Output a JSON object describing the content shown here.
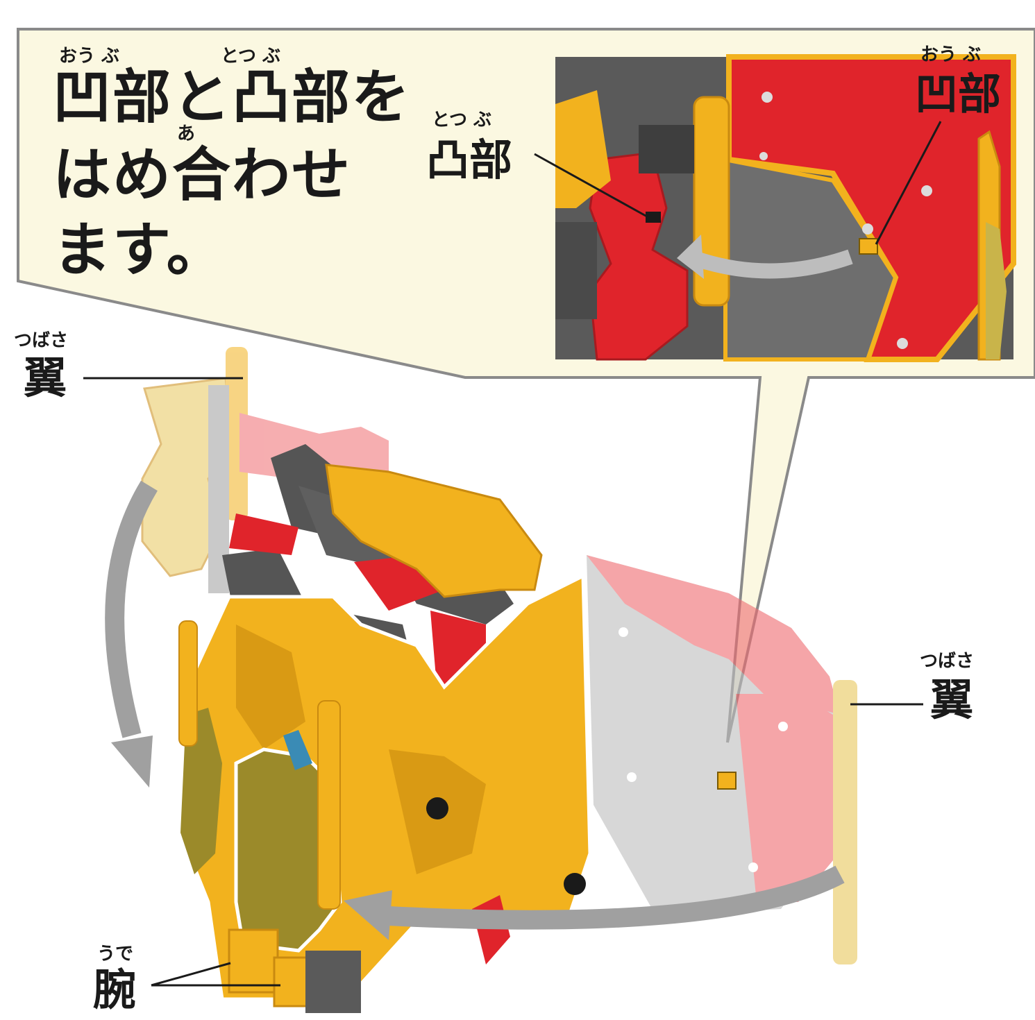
{
  "callout": {
    "line1": "凹部と凸部を",
    "line2": "はめ合わせ",
    "line3": "ます。",
    "ruby_oubu": "おう ぶ",
    "ruby_totsubu": "とつ ぶ",
    "ruby_a": "あ"
  },
  "inset_labels": {
    "totsubu": "凸部",
    "totsubu_ruby": "とつ ぶ",
    "oubu": "凹部",
    "oubu_ruby": "おう ぶ"
  },
  "part_labels": {
    "wing_left": "翼",
    "wing_left_ruby": "つばさ",
    "wing_right": "翼",
    "wing_right_ruby": "つばさ",
    "arm": "腕",
    "arm_ruby": "うで"
  },
  "colors": {
    "gold": "#f2b21e",
    "gold_dark": "#c98a10",
    "red": "#e0242b",
    "red_faded": "#f09a9a",
    "gray": "#6b6b6b",
    "gray_light": "#bdbdbd",
    "callout_bg": "#fbf8e1",
    "arrow": "#a0a0a0",
    "olive": "#9b8a2a"
  }
}
